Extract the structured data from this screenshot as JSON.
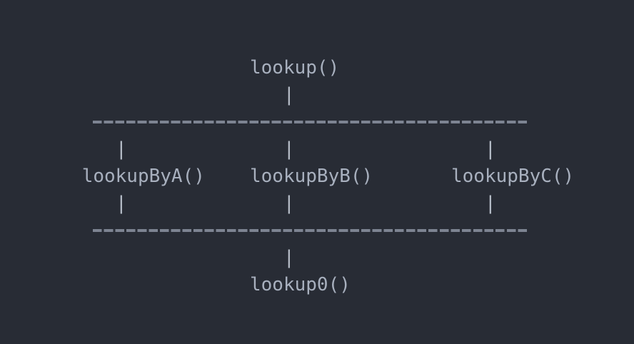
{
  "colors": {
    "background": "#282c35",
    "text": "#a8b0be",
    "pipe": "#b8bfca",
    "dash": "#7d8492"
  },
  "diagram": {
    "root": {
      "label": "lookup()"
    },
    "children": [
      {
        "label": "lookupByA()"
      },
      {
        "label": "lookupByB()"
      },
      {
        "label": "lookupByC()"
      }
    ],
    "sink": {
      "label": "lookup0()"
    },
    "connector_char": "|",
    "dash_char": "-",
    "dash_count_per_line": 39,
    "ascii_lines": [
      "                      lookup()",
      "                         |",
      "        ---------------------------------------",
      "          |              |                 |",
      "       lookupByA()    lookupByB()       lookupByC()",
      "          |              |                 |",
      "        ---------------------------------------",
      "                         |",
      "                      lookup0()"
    ]
  }
}
